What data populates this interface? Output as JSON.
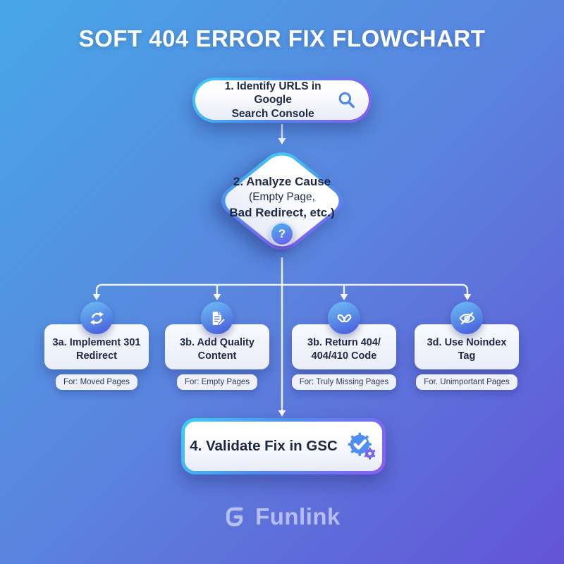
{
  "title": "SOFT 404 ERROR FIX FLOWCHART",
  "colors": {
    "background_top": "#47a7e8",
    "background_bottom": "#6254d6",
    "accent_border_start": "#3dd0f5",
    "accent_border_end": "#8a5df2",
    "icon_circle_start": "#6cc0f4",
    "icon_circle_end": "#4a62dc",
    "text_dark": "#1f2845",
    "connector": "#ffffff"
  },
  "flow": {
    "step1": {
      "line1": "1. Identify URLS in Google",
      "line2": "Search Console",
      "icon": "search-icon"
    },
    "step2": {
      "line1": "2. Analyze Cause",
      "line2": "(Empty Page,",
      "line3": "Bad Redirect, etc.)",
      "badge": "?"
    },
    "branches": [
      {
        "icon": "refresh-icon",
        "title_line1": "3a. Implement 301",
        "title_line2": "Redirect",
        "for_label": "For: Moved Pages"
      },
      {
        "icon": "edit-content-icon",
        "title_line1": "3b. Add Quality",
        "title_line2": "Content",
        "for_label": "For: Empty Pages"
      },
      {
        "icon": "broken-link-icon",
        "title_line1": "3b. Return 404/",
        "title_line2": "404/410 Code",
        "for_label": "For: Truly Missing Pages"
      },
      {
        "icon": "noindex-eye-icon",
        "title_line1": "3d. Use Noindex",
        "title_line2": "Tag",
        "for_label": "For. Unimportant Pages"
      }
    ],
    "step4": {
      "label": "4. Validate Fix in GSC",
      "icon": "validate-check-gear-icon"
    }
  },
  "footer": {
    "brand": "Funlink"
  }
}
